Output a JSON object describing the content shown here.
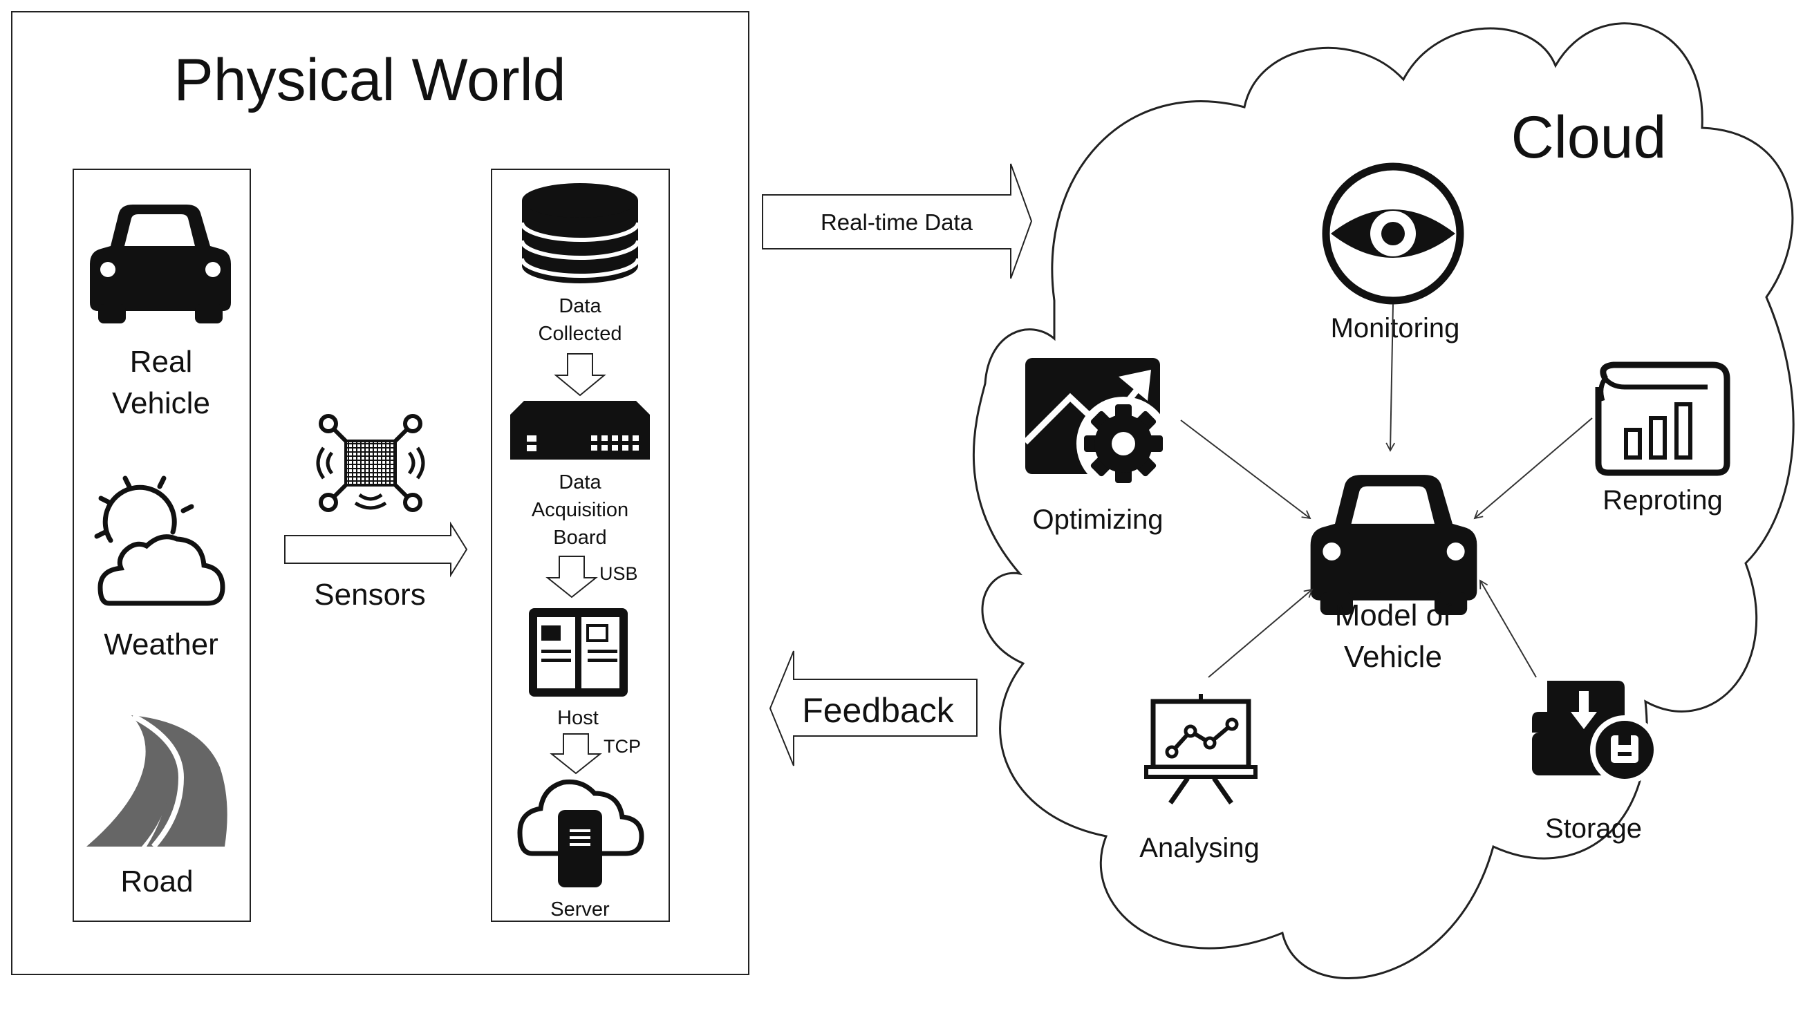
{
  "physical_world": {
    "title": "Physical World",
    "sources": [
      {
        "label_line1": "Real",
        "label_line2": "Vehicle",
        "icon": "car-icon"
      },
      {
        "label": "Weather",
        "icon": "sun-cloud-icon"
      },
      {
        "label": "Road",
        "icon": "road-icon"
      }
    ],
    "sensors": {
      "label": "Sensors",
      "icon": "sensor-chip-icon"
    },
    "pipeline": {
      "data_collected": {
        "line1": "Data",
        "line2": "Collected",
        "icon": "database-icon"
      },
      "daq_board": {
        "line1": "Data",
        "line2": "Acquisition",
        "line3": "Board",
        "icon": "router-board-icon"
      },
      "usb_label": "USB",
      "host": {
        "label": "Host",
        "icon": "host-computer-icon"
      },
      "tcp_label": "TCP",
      "server": {
        "label": "Server",
        "icon": "cloud-server-icon"
      }
    }
  },
  "links": {
    "realtime": "Real-time Data",
    "feedback": "Feedback"
  },
  "cloud": {
    "title": "Cloud",
    "center": {
      "line1": "Model of",
      "line2": "Vehicle",
      "icon": "car-icon"
    },
    "monitoring": {
      "label": "Monitoring",
      "icon": "eye-icon"
    },
    "optimizing": {
      "label": "Optimizing",
      "icon": "chart-gear-icon"
    },
    "reporting": {
      "label": "Reproting",
      "icon": "report-book-icon"
    },
    "analysing": {
      "label": "Analysing",
      "icon": "presentation-chart-icon"
    },
    "storage": {
      "label": "Storage",
      "icon": "download-storage-icon"
    }
  },
  "colors": {
    "icon": "#111111",
    "road": "#666666",
    "line": "#333333"
  }
}
